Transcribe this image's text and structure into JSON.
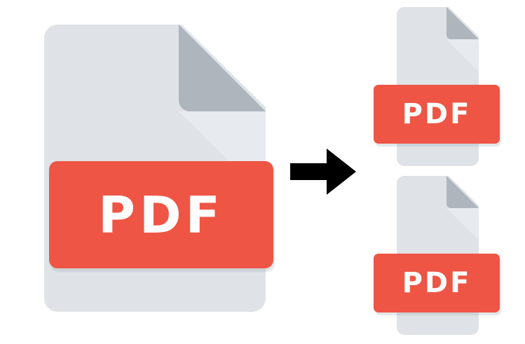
{
  "graphic": {
    "title": "PDF split illustration",
    "description": "One large PDF document converts into two smaller PDF documents",
    "colors": {
      "background": "#ffffff",
      "page_body": "#dfe3e7",
      "page_fold_dark": "#aeb5bd",
      "page_fold_light": "#e7eaee",
      "banner_red": "#ee5544",
      "banner_text": "#fdfdfd",
      "arrow_black": "#000000",
      "shadow": "rgba(150,160,170,0.28)"
    }
  },
  "source": {
    "name": "source-pdf-document",
    "banner_label": "PDF",
    "file_type": "PDF"
  },
  "arrow": {
    "name": "convert-arrow",
    "direction": "right",
    "glyph": "arrow-right-icon"
  },
  "results": [
    {
      "name": "result-pdf-document-1",
      "banner_label": "PDF",
      "file_type": "PDF"
    },
    {
      "name": "result-pdf-document-2",
      "banner_label": "PDF",
      "file_type": "PDF"
    }
  ]
}
